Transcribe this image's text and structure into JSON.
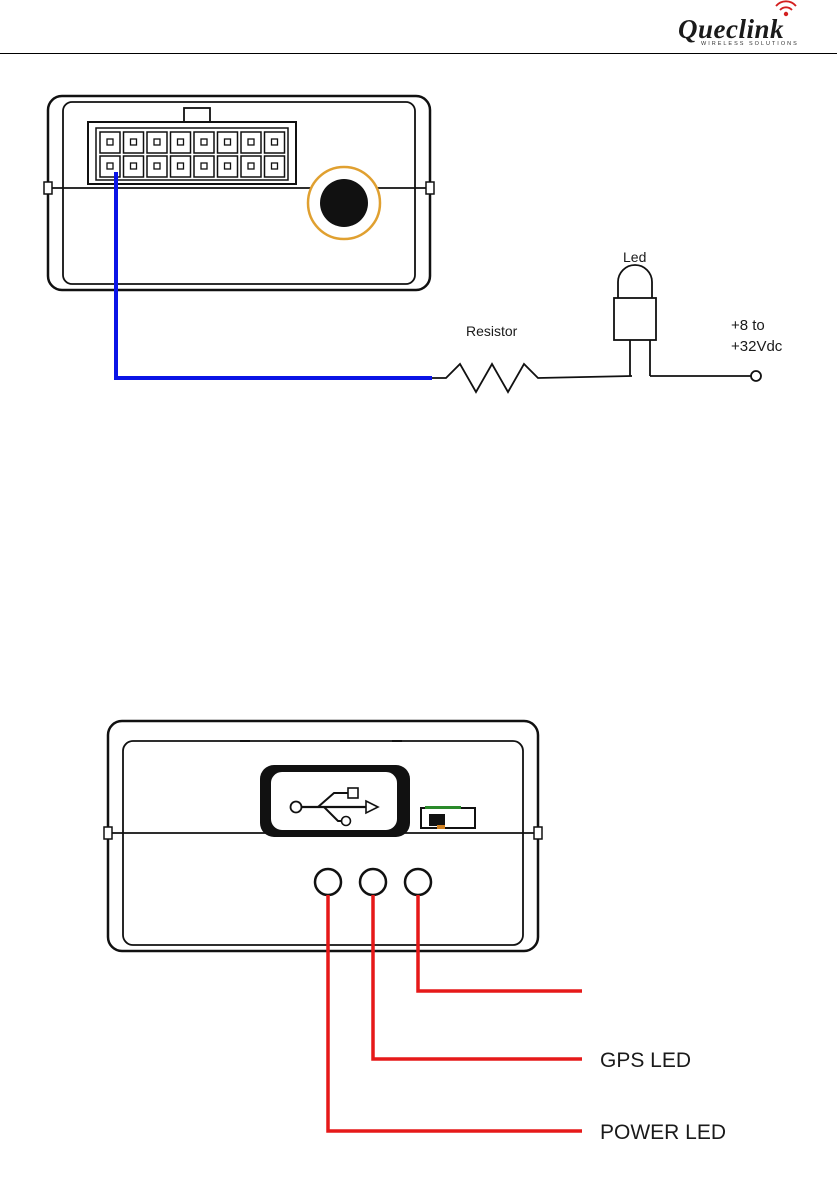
{
  "header": {
    "logo_text": "Queclink",
    "logo_subtext": "WIRELESS SOLUTIONS"
  },
  "figure1": {
    "resistor_label": "Resistor",
    "led_label": "Led",
    "voltage_line1": "+8 to",
    "voltage_line2": "+32Vdc"
  },
  "figure2": {
    "callouts": [
      "",
      "GPS LED",
      "POWER LED"
    ]
  },
  "colors": {
    "wire_blue": "#0a14e6",
    "wire_red": "#e61919",
    "button_ring": "#e0a030",
    "usb_icon_bg": "#ffffff"
  }
}
